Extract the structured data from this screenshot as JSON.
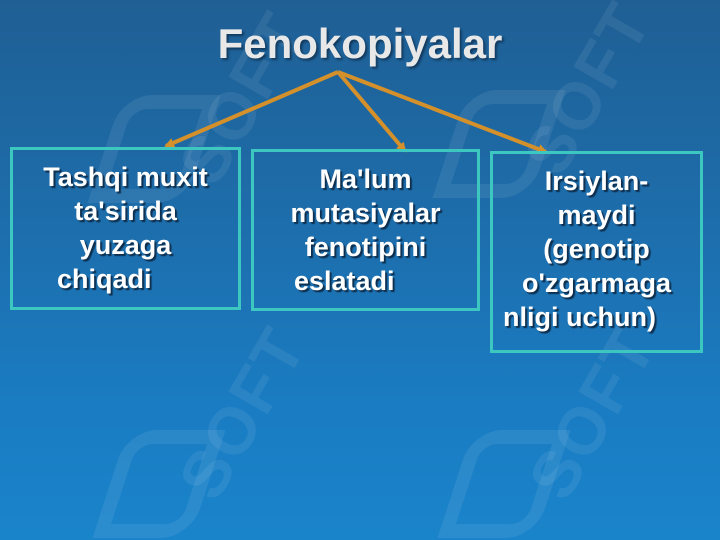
{
  "slide": {
    "title": "Fenokopiyalar",
    "watermark": "SOFT",
    "colors": {
      "background": "#1d6fae",
      "box_border": "#3cc8c0",
      "arrow": "#d4902a",
      "text": "#ffffff"
    }
  },
  "boxes": [
    {
      "lines": [
        "Tashqi muxit",
        "ta'sirida",
        "yuzaga",
        "chiqadi"
      ]
    },
    {
      "lines": [
        "Ma'lum",
        "mutasiyalar",
        "fenotipini",
        "eslatadi"
      ]
    },
    {
      "lines": [
        "Irsiylan-",
        "maydi",
        "(genotip",
        "o'zgarmaga",
        "nligi uchun)"
      ]
    }
  ]
}
